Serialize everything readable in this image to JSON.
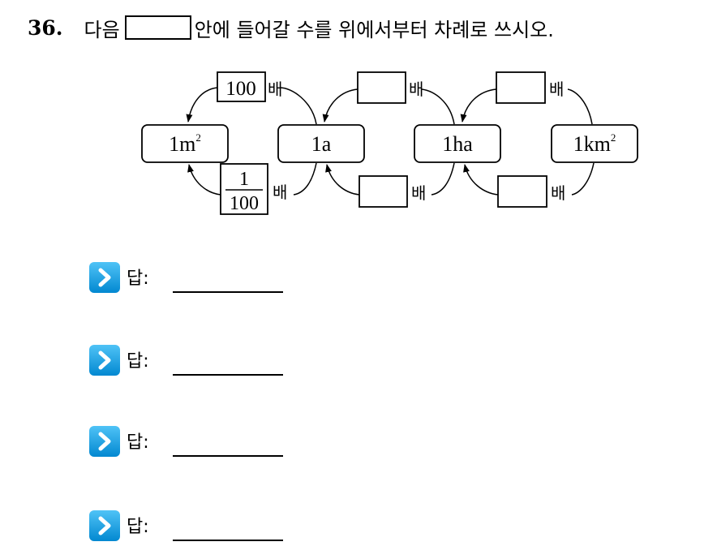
{
  "question": {
    "number": "36.",
    "prefix": "다음",
    "suffix": "안에 들어갈 수를 위에서부터 차례로 쓰시오."
  },
  "units": [
    {
      "base": "1m",
      "sup": "2"
    },
    {
      "base": "1a",
      "sup": ""
    },
    {
      "base": "1ha",
      "sup": ""
    },
    {
      "base": "1km",
      "sup": "2"
    }
  ],
  "factors": {
    "top_first": "100",
    "bottom_numerator": "1",
    "bottom_denominator": "100",
    "times": "배"
  },
  "answers": [
    {
      "label": "답:"
    },
    {
      "label": "답:"
    },
    {
      "label": "답:"
    },
    {
      "label": "답:"
    }
  ]
}
